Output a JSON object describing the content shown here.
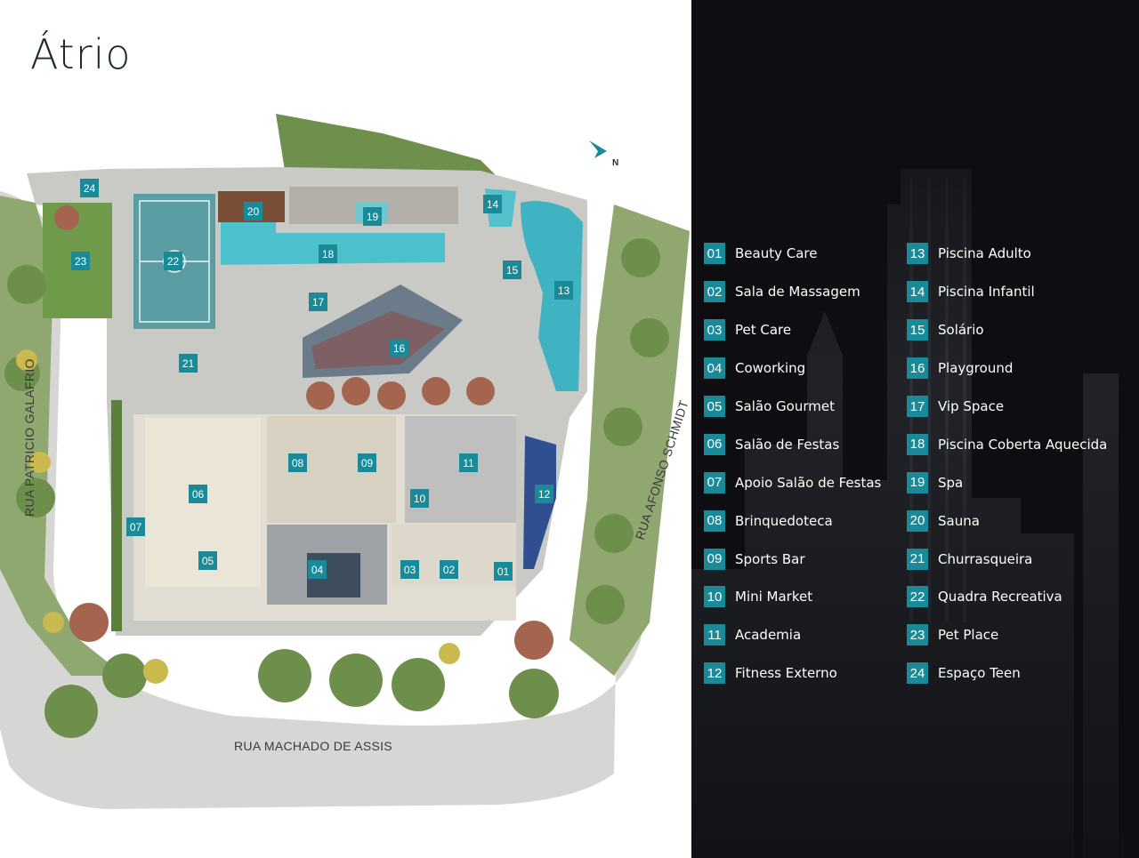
{
  "title": "Átrio",
  "streets": {
    "galafrio": "RUA PATRICIO GALAFRIO",
    "schmidt": "RUA AFONSO SCHMIDT",
    "machado": "RUA MACHADO DE ASSIS"
  },
  "compass": {
    "icon": "north-arrow-icon",
    "label": "N"
  },
  "colors": {
    "accent": "#1a8a99",
    "panel": "#0e0e12",
    "pool": "#3fb3c2",
    "grass": "#6f9a4a"
  },
  "pins": [
    "01",
    "02",
    "03",
    "04",
    "05",
    "06",
    "07",
    "08",
    "09",
    "10",
    "11",
    "12",
    "13",
    "14",
    "15",
    "16",
    "17",
    "18",
    "19",
    "20",
    "21",
    "22",
    "23",
    "24"
  ],
  "legend": {
    "col1": [
      {
        "num": "01",
        "label": "Beauty Care"
      },
      {
        "num": "02",
        "label": "Sala de Massagem"
      },
      {
        "num": "03",
        "label": "Pet Care"
      },
      {
        "num": "04",
        "label": "Coworking"
      },
      {
        "num": "05",
        "label": "Salão Gourmet"
      },
      {
        "num": "06",
        "label": "Salão de Festas"
      },
      {
        "num": "07",
        "label": "Apoio Salão de Festas"
      },
      {
        "num": "08",
        "label": "Brinquedoteca"
      },
      {
        "num": "09",
        "label": "Sports Bar"
      },
      {
        "num": "10",
        "label": "Mini Market"
      },
      {
        "num": "11",
        "label": "Academia"
      },
      {
        "num": "12",
        "label": "Fitness Externo"
      }
    ],
    "col2": [
      {
        "num": "13",
        "label": "Piscina Adulto"
      },
      {
        "num": "14",
        "label": "Piscina Infantil"
      },
      {
        "num": "15",
        "label": "Solário"
      },
      {
        "num": "16",
        "label": "Playground"
      },
      {
        "num": "17",
        "label": "Vip Space"
      },
      {
        "num": "18",
        "label": "Piscina Coberta Aquecida"
      },
      {
        "num": "19",
        "label": "Spa"
      },
      {
        "num": "20",
        "label": "Sauna"
      },
      {
        "num": "21",
        "label": "Churrasqueira"
      },
      {
        "num": "22",
        "label": "Quadra Recreativa"
      },
      {
        "num": "23",
        "label": "Pet Place"
      },
      {
        "num": "24",
        "label": "Espaço Teen"
      }
    ]
  }
}
